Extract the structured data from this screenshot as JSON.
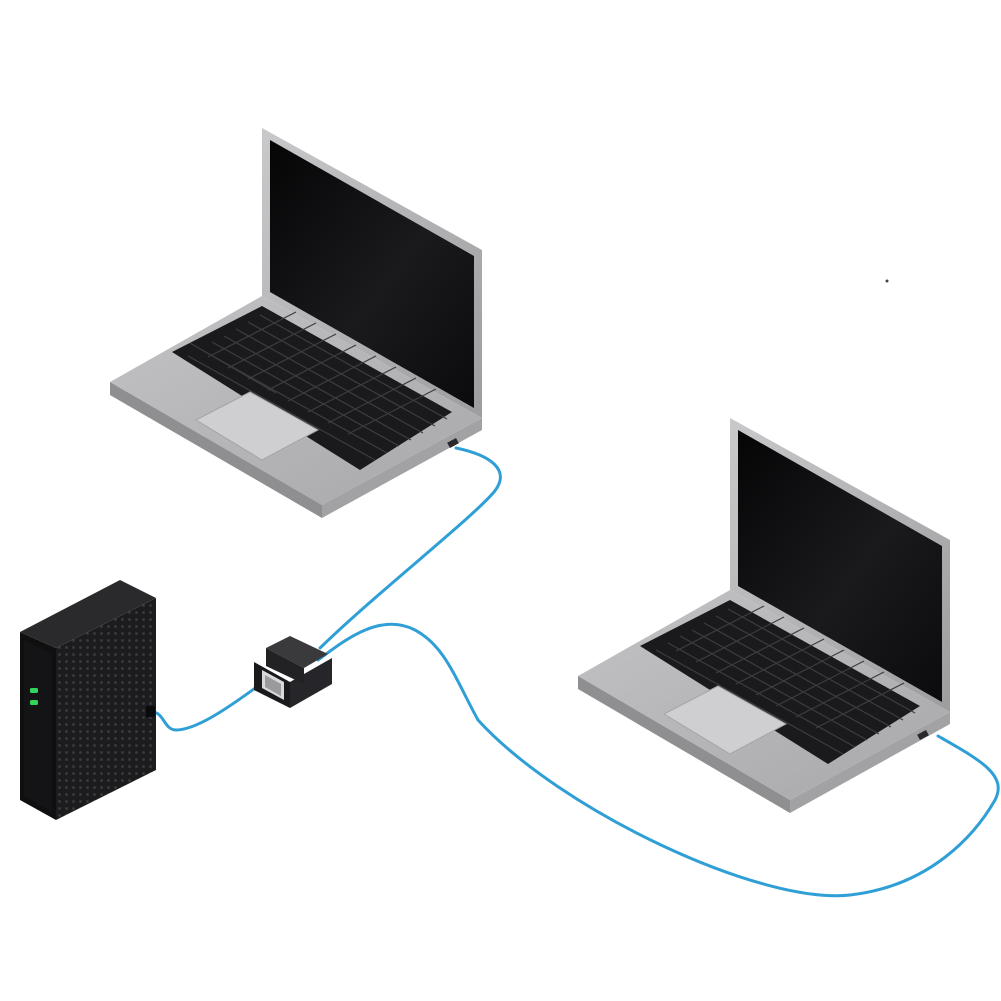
{
  "diagram": {
    "devices": [
      {
        "id": "laptop-1",
        "icon": "laptop-icon"
      },
      {
        "id": "laptop-2",
        "icon": "laptop-icon"
      },
      {
        "id": "router",
        "icon": "router-icon"
      },
      {
        "id": "splitter",
        "icon": "ethernet-splitter-icon"
      }
    ],
    "connections": [
      {
        "from": "router",
        "to": "splitter"
      },
      {
        "from": "splitter",
        "to": "laptop-1"
      },
      {
        "from": "splitter",
        "to": "laptop-2"
      }
    ],
    "router_leds": 2
  },
  "colors": {
    "background": "#ffffff",
    "cable": "#2f9fd6",
    "laptop_body": "#b7b7b9",
    "laptop_dark": "#8c8c8e",
    "screen": "#0c0c0e",
    "keys": "#1a1a1c",
    "router": "#1c1c1e",
    "led": "#34d35a"
  }
}
